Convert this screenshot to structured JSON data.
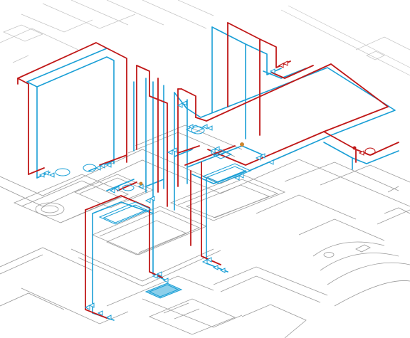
{
  "colors": {
    "background": "#ffffff",
    "floor_plan": "#9a9a9a",
    "floor_plan_light": "#c4c4c4",
    "hot_water_pipe": "#c01818",
    "cold_water_pipe": "#1a9fd6",
    "fixture_outline": "#1a9fd6",
    "valve_fill": "#ffffff"
  },
  "layers": {
    "floor_plan": {
      "icon": "floor-plan-linework"
    },
    "hot_water": {
      "icon": "hot-water-pipe-line"
    },
    "cold_water": {
      "icon": "cold-water-pipe-line"
    },
    "fixtures": {
      "icon": "sanitary-fixture-outline"
    },
    "valves": {
      "icon": "valve-symbol"
    }
  }
}
